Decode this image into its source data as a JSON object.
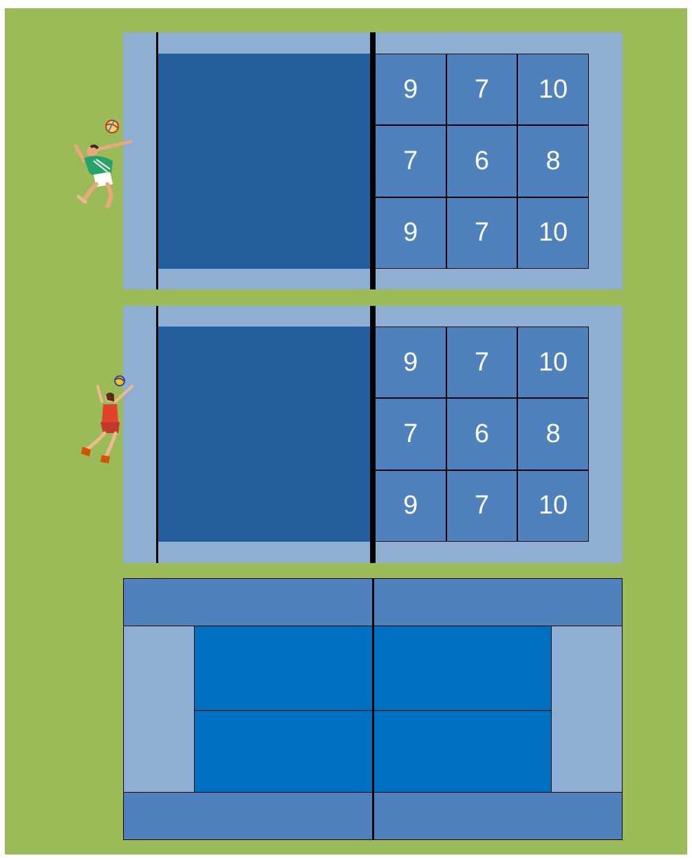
{
  "colors": {
    "field": "#9bbb59",
    "court_outer": "#8eaed4",
    "court_inner": "#225f9c",
    "zone": "#4f81bd",
    "bottom_inner": "#0070c0",
    "lines": "#000000",
    "zone_text": "#ffffff"
  },
  "icons": [
    "volleyball-icon",
    "player-green-jersey-icon",
    "player-red-jersey-icon"
  ],
  "courts": [
    {
      "player": "green-jersey-spiker",
      "zones": [
        [
          "9",
          "7",
          "10"
        ],
        [
          "7",
          "6",
          "8"
        ],
        [
          "9",
          "7",
          "10"
        ]
      ]
    },
    {
      "player": "red-jersey-server",
      "zones": [
        [
          "9",
          "7",
          "10"
        ],
        [
          "7",
          "6",
          "8"
        ],
        [
          "9",
          "7",
          "10"
        ]
      ]
    }
  ]
}
